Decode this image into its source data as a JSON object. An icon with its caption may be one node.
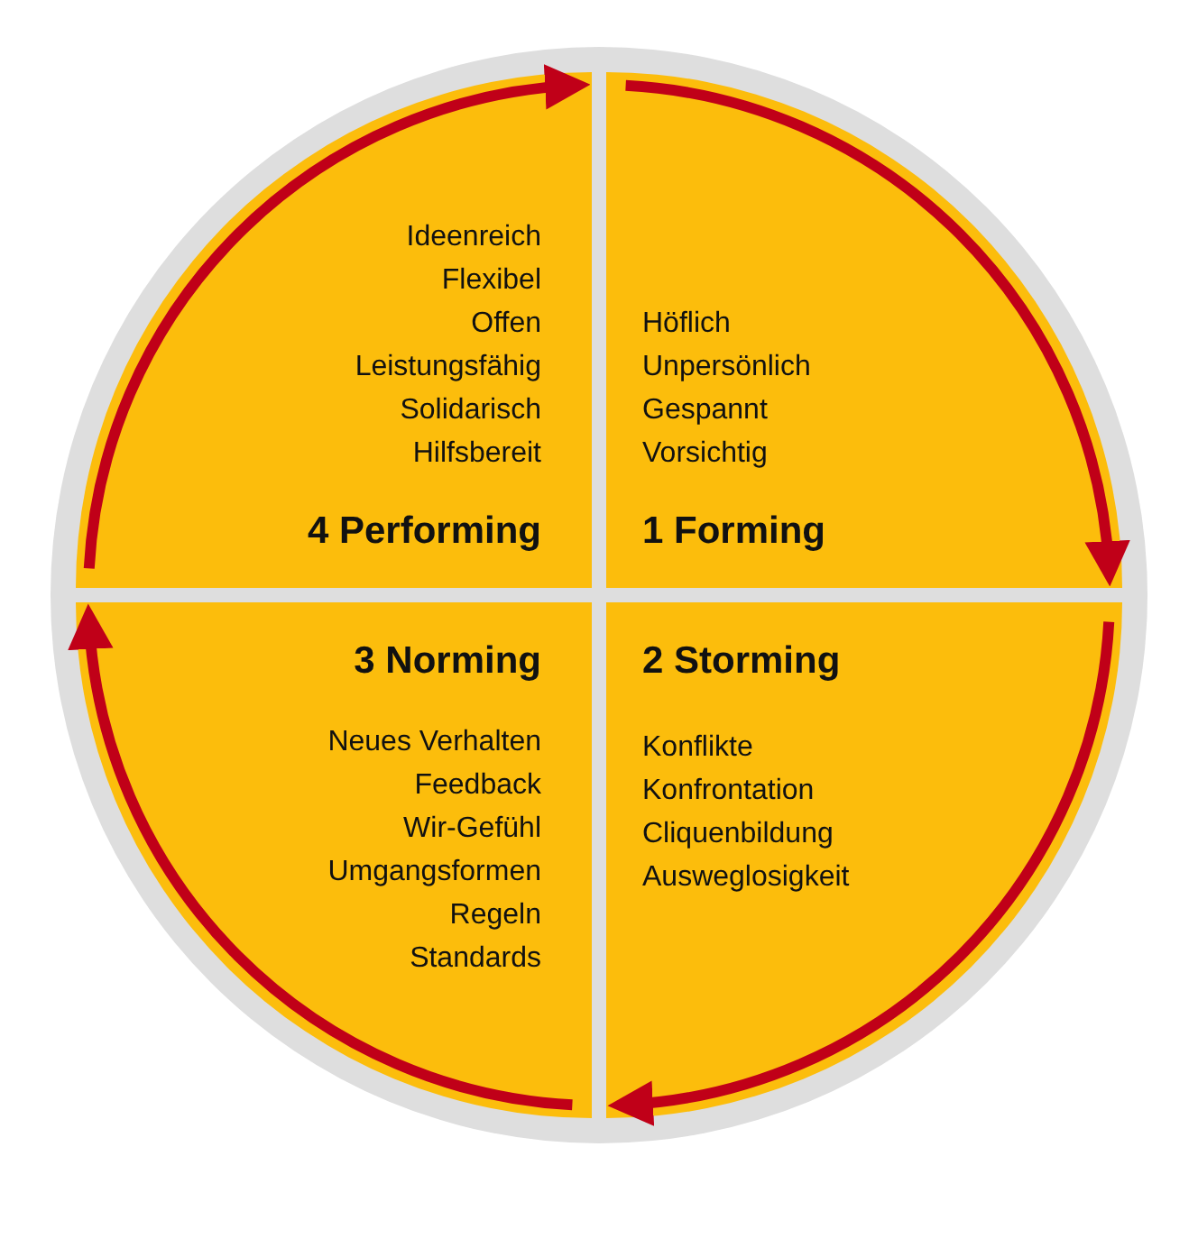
{
  "diagram": {
    "nodes": [
      {
        "text": [
          "Ideenreich",
          "Flexibel",
          "Offen",
          "Leistungsfähig",
          "Solidarisch",
          "Hilfsbereit",
          "4 Performing"
        ]
      },
      {
        "text": [
          "Höflich",
          "Unpersönlich",
          "Gespannt",
          "Vorsichtig",
          "1 Forming"
        ]
      },
      {
        "text": [
          "3 Norming",
          "Neues Verhalten",
          "Feedback",
          "Wir-Gefühl",
          "Umgangsformen",
          "Regeln",
          "Standards"
        ]
      },
      {
        "text": [
          "2 Storming",
          "Konflikte",
          "Konfrontation",
          "Cliquenbildung",
          "Ausweglosigkeit"
        ]
      }
    ],
    "edges": [
      {
        "from": 0,
        "to": 1,
        "arrow": "to"
      },
      {
        "from": 1,
        "to": 3,
        "arrow": "to"
      },
      {
        "from": 3,
        "to": 2,
        "arrow": "to"
      },
      {
        "from": 2,
        "to": 0,
        "arrow": "to"
      }
    ]
  }
}
